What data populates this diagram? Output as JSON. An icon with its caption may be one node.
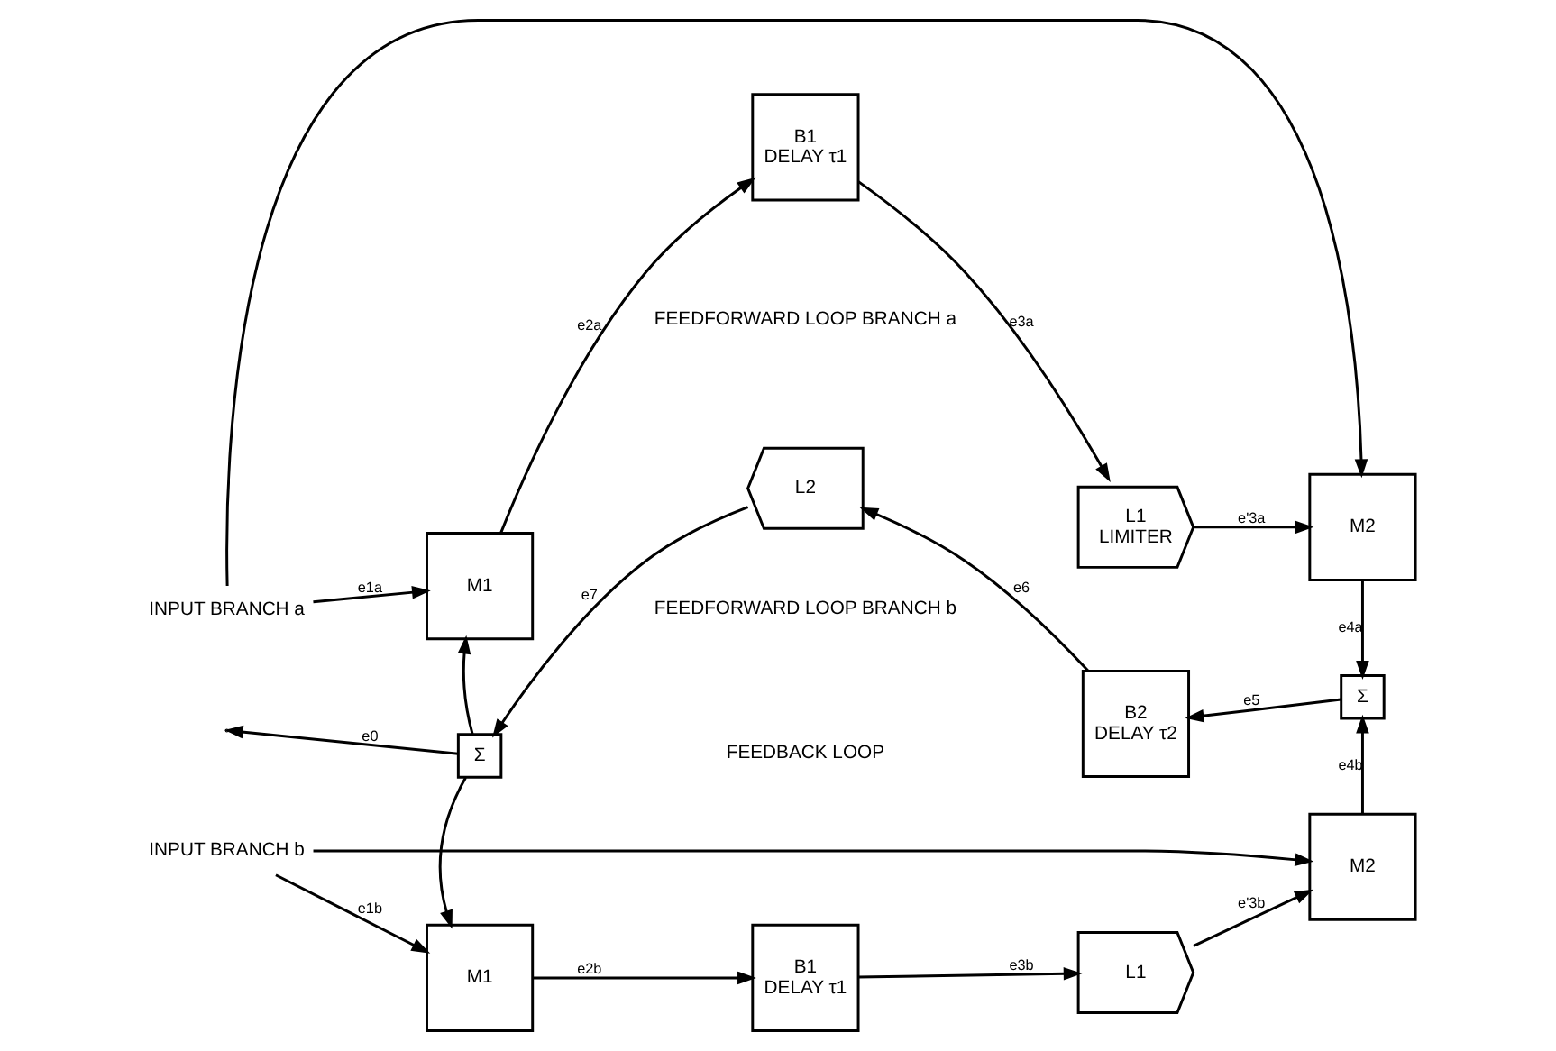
{
  "diagram": {
    "nodes": [
      {
        "text": [
          "INPUT BRANCH a"
        ]
      },
      {
        "text": [
          "M1"
        ]
      },
      {
        "text": [
          "B1",
          "DELAY τ1"
        ]
      },
      {
        "text": [
          "L1",
          "LIMITER"
        ]
      },
      {
        "text": [
          "M2"
        ]
      },
      {
        "text": [
          "Σ"
        ]
      },
      {
        "text": [
          "B2",
          "DELAY τ2"
        ]
      },
      {
        "text": [
          "L2"
        ]
      },
      {
        "text": [
          "Σ"
        ]
      },
      {
        "text": [
          "M1"
        ]
      },
      {
        "text": [
          "B1",
          "DELAY τ1"
        ]
      },
      {
        "text": [
          "L1"
        ]
      },
      {
        "text": [
          "M2"
        ]
      },
      {
        "text": [
          "INPUT BRANCH b"
        ]
      }
    ],
    "edges": [
      {
        "from": 0,
        "to": 1,
        "arrow": "to",
        "label": "e1a"
      },
      {
        "from": 0,
        "to": 4,
        "arrow": "to"
      },
      {
        "from": 1,
        "to": 2,
        "arrow": "to",
        "label": "e2a"
      },
      {
        "from": 2,
        "to": 3,
        "arrow": "to",
        "label": "e3a"
      },
      {
        "from": 3,
        "to": 4,
        "arrow": "to",
        "label": "e'3a"
      },
      {
        "from": 4,
        "to": 5,
        "arrow": "to",
        "label": "e4a"
      },
      {
        "from": 5,
        "to": 6,
        "arrow": "to",
        "label": "e5"
      },
      {
        "from": 6,
        "to": 7,
        "arrow": "to",
        "label": "e6"
      },
      {
        "from": 7,
        "to": 8,
        "arrow": "to",
        "label": "e7"
      },
      {
        "from": 8,
        "to": null,
        "arrow": "to",
        "label": "e0"
      },
      {
        "from": 8,
        "to": 1,
        "arrow": "to"
      },
      {
        "from": 8,
        "to": 9,
        "arrow": "to"
      },
      {
        "from": 13,
        "to": 9,
        "arrow": "to",
        "label": "e1b"
      },
      {
        "from": 13,
        "to": 12,
        "arrow": "to"
      },
      {
        "from": 9,
        "to": 10,
        "arrow": "to",
        "label": "e2b"
      },
      {
        "from": 10,
        "to": 11,
        "arrow": "to",
        "label": "e3b"
      },
      {
        "from": 11,
        "to": 12,
        "arrow": "to",
        "label": "e'3b"
      },
      {
        "from": 12,
        "to": 5,
        "arrow": "to",
        "label": "e4b"
      }
    ],
    "labels": [
      "FEEDFORWARD LOOP BRANCH a",
      "FEEDBACK LOOP",
      "FEEDFORWARD LOOP BRANCH b"
    ]
  }
}
